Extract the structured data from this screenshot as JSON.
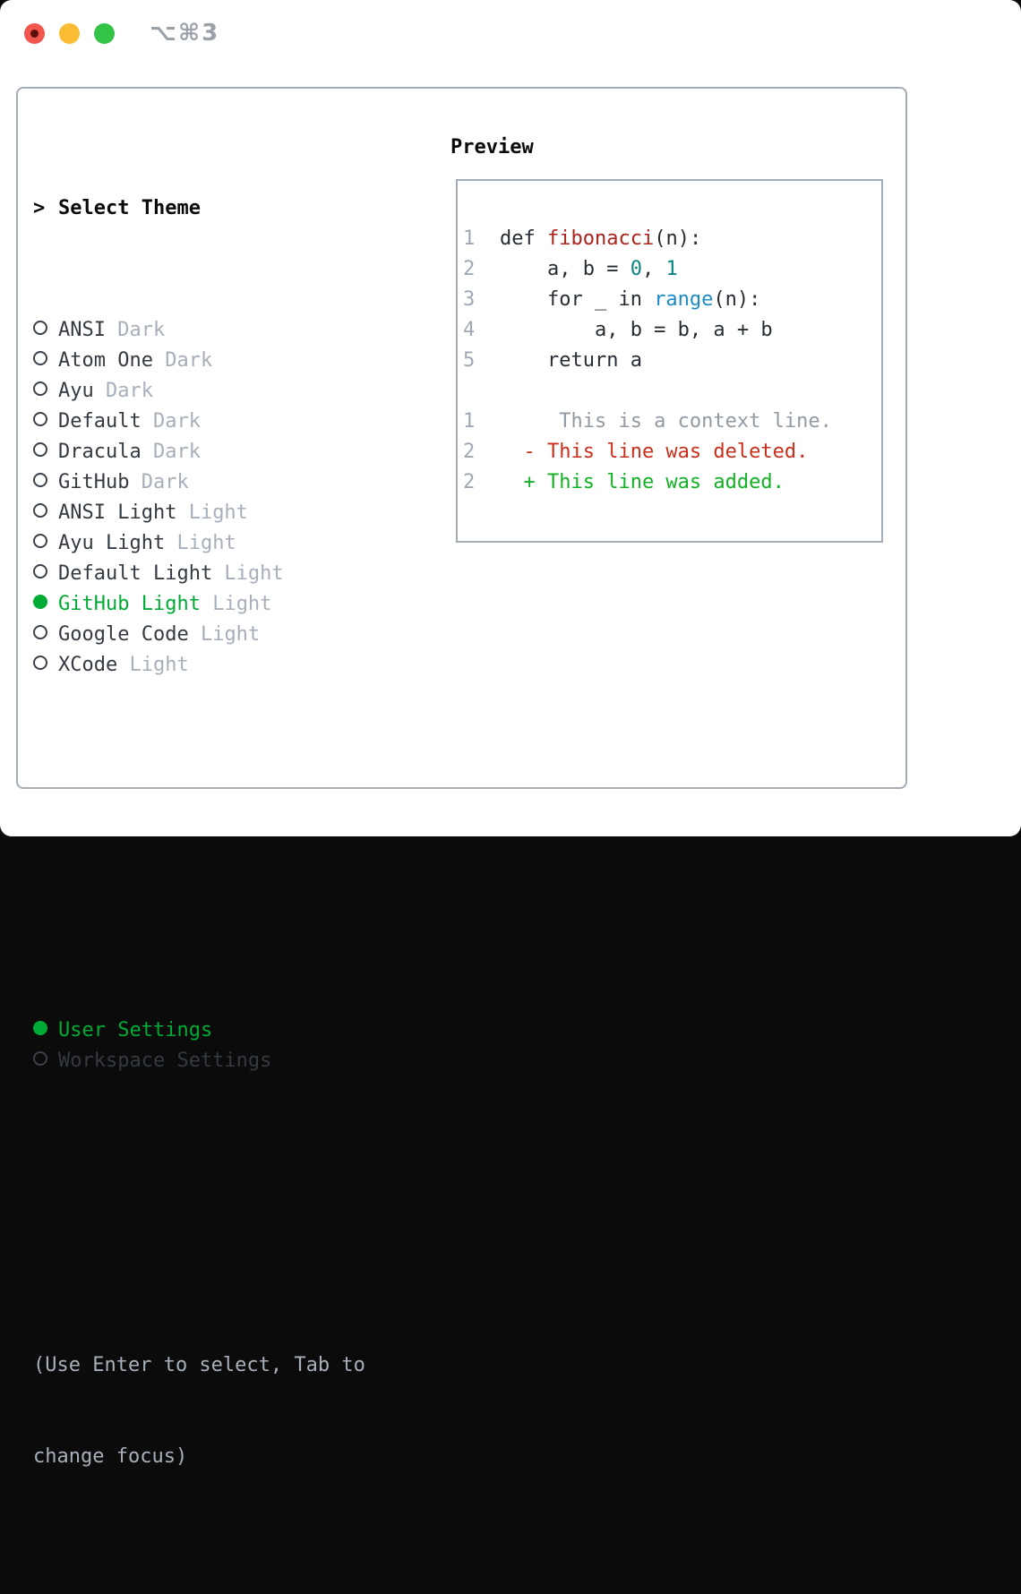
{
  "window": {
    "shortcut": "⌥⌘3"
  },
  "theme_panel": {
    "header": {
      "marker": ">",
      "label": "Select Theme"
    },
    "themes": [
      {
        "name": "ANSI",
        "variant": "Dark",
        "selected": false
      },
      {
        "name": "Atom One",
        "variant": "Dark",
        "selected": false
      },
      {
        "name": "Ayu",
        "variant": "Dark",
        "selected": false
      },
      {
        "name": "Default",
        "variant": "Dark",
        "selected": false
      },
      {
        "name": "Dracula",
        "variant": "Dark",
        "selected": false
      },
      {
        "name": "GitHub",
        "variant": "Dark",
        "selected": false
      },
      {
        "name": "ANSI Light",
        "variant": "Light",
        "selected": false
      },
      {
        "name": "Ayu Light",
        "variant": "Light",
        "selected": false
      },
      {
        "name": "Default Light",
        "variant": "Light",
        "selected": false
      },
      {
        "name": "GitHub Light",
        "variant": "Light",
        "selected": true
      },
      {
        "name": "Google Code",
        "variant": "Light",
        "selected": false
      },
      {
        "name": "XCode",
        "variant": "Light",
        "selected": false
      }
    ],
    "apply_to": {
      "label": "Apply To",
      "options": [
        {
          "label": "User Settings",
          "selected": true
        },
        {
          "label": "Workspace Settings",
          "selected": false
        }
      ]
    },
    "help_lines": [
      "(Use Enter to select, Tab to",
      "change focus)"
    ]
  },
  "preview": {
    "title": "Preview",
    "code_lines": [
      {
        "num": "1",
        "segments": [
          {
            "t": "def ",
            "c": "code"
          },
          {
            "t": "fibonacci",
            "c": "func"
          },
          {
            "t": "(n):",
            "c": "code"
          }
        ]
      },
      {
        "num": "2",
        "segments": [
          {
            "t": "    a, b = ",
            "c": "code"
          },
          {
            "t": "0",
            "c": "num"
          },
          {
            "t": ", ",
            "c": "code"
          },
          {
            "t": "1",
            "c": "num"
          }
        ]
      },
      {
        "num": "3",
        "segments": [
          {
            "t": "    for _ in ",
            "c": "code"
          },
          {
            "t": "range",
            "c": "builtin"
          },
          {
            "t": "(n):",
            "c": "code"
          }
        ]
      },
      {
        "num": "4",
        "segments": [
          {
            "t": "        a, b = b, a + b",
            "c": "code"
          }
        ]
      },
      {
        "num": "5",
        "segments": [
          {
            "t": "    return a",
            "c": "code"
          }
        ]
      }
    ],
    "diff_lines": [
      {
        "num": "1",
        "segments": [
          {
            "t": "     This is a context line.",
            "c": "context"
          }
        ]
      },
      {
        "num": "2",
        "segments": [
          {
            "t": "  - This line was deleted.",
            "c": "deleted"
          }
        ]
      },
      {
        "num": "2",
        "segments": [
          {
            "t": "  + This line was added.",
            "c": "added"
          }
        ]
      }
    ]
  },
  "colors": {
    "accent_green": "#00ab35",
    "added_green": "#11b325",
    "deleted_red": "#c92f1a",
    "function_red": "#ac231b",
    "number_teal": "#0c8585",
    "builtin_blue": "#1b8cc8",
    "muted_gray": "#a7afba",
    "dark_text": "#343a41",
    "panel_border": "#a4acb6",
    "traffic_red": "#f2564e",
    "traffic_yellow": "#f9bc33",
    "traffic_green": "#33c447"
  }
}
